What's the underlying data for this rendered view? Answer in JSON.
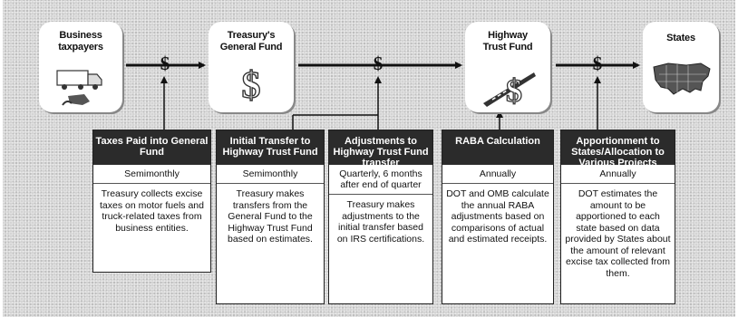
{
  "entities": {
    "business_taxpayers": "Business taxpayers",
    "general_fund": "Treasury's General Fund",
    "highway_trust_fund": "Highway Trust Fund",
    "states": "States"
  },
  "arrow_symbol": "$",
  "columns": [
    {
      "heading": "Taxes Paid into General Fund",
      "frequency": "Semimonthly",
      "description": "Treasury collects excise taxes on motor fuels and truck-related taxes from business entities."
    },
    {
      "heading": "Initial Transfer to Highway Trust Fund",
      "frequency": "Semimonthly",
      "description": "Treasury makes transfers from the General Fund to the Highway Trust Fund based on estimates."
    },
    {
      "heading": "Adjustments to Highway Trust Fund transfer",
      "frequency": "Quarterly, 6 months after end of quarter",
      "description": "Treasury makes adjustments to the initial transfer based on IRS certifications."
    },
    {
      "heading": "RABA Calculation",
      "frequency": "Annually",
      "description": "DOT and OMB calculate the annual RABA adjustments based on comparisons of actual and estimated receipts."
    },
    {
      "heading": "Apportionment to States/Allocation to Various Projects",
      "frequency": "Annually",
      "description": "DOT estimates the amount to be apportioned to each state based on data provided by States about the amount of relevant excise tax collected from them."
    }
  ]
}
